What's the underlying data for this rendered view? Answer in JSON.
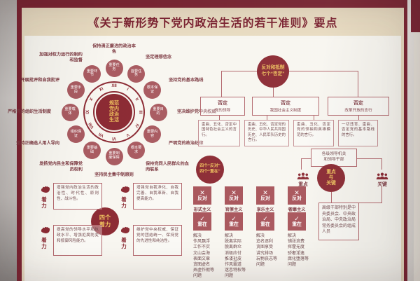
{
  "title": "《关于新形势下党内政治生活的若干准则》要点",
  "palette": {
    "frame": "#7d2433",
    "circle_fill": "#8c2b34",
    "soft_red": "#a95b61",
    "gold_text": "#eec15e",
    "band_beige": "#e9dcc2",
    "panel_ivory": "#f8f6f0"
  },
  "ring": {
    "center_lines": [
      "规范",
      "党内",
      "政治",
      "生活"
    ],
    "roman_numerals": [
      "XII",
      "I",
      "II",
      "III",
      "IV",
      "V",
      "VI",
      "VII",
      "VIII",
      "IX",
      "X",
      "XI"
    ],
    "items": [
      {
        "label": "保持清正廉洁的政治本色",
        "tag": "重要任务"
      },
      {
        "label": "坚定理想信念",
        "tag": "首要任务"
      },
      {
        "label": "坚持党的基本路线",
        "tag": "根本保证"
      },
      {
        "label": "坚决维护党中央权威",
        "tag": "重要目的"
      },
      {
        "label": "严明党的政治纪律",
        "tag": "重要内容"
      },
      {
        "label": "保持党同人民群众的血肉联系",
        "tag": "根本要求"
      },
      {
        "label": "坚持民主集中制原则",
        "tag": "重要制度保障"
      },
      {
        "label": "发扬党内民主和保障党员权利",
        "tag": "重要基础"
      },
      {
        "label": "坚持正确选人用人导向",
        "tag": "组织保证"
      },
      {
        "label": "严格党的组织生活制度",
        "tag": "重要载体"
      },
      {
        "label": "开展批评和自我批评",
        "tag": "重要手段"
      },
      {
        "label": "加强对权力运行的制约和监督",
        "tag": "重要环节"
      }
    ]
  },
  "negations": {
    "header_lines": [
      "反对和抵制",
      "七个“否定”"
    ],
    "boxes": [
      {
        "title": "否定",
        "sub": "党的领导"
      },
      {
        "title": "否定",
        "sub": "我国社会主义制度"
      },
      {
        "title": "否定",
        "sub": "改革开放的言行"
      }
    ],
    "details": [
      "歪曲、丑化、否定中国特色社会主义的言行。",
      "歪曲、丑化、否定党的历史、中华人民共和国历史、人民军队历史的言行。",
      "歪曲、丑化、否定党的领袖和英雄模范的言行。",
      "一切违背、歪曲、否定党的基本路线的言行。"
    ]
  },
  "efforts": {
    "header_lines": [
      "四个",
      "着力"
    ],
    "item_label": "着力",
    "icon": "fist-icon",
    "items": [
      "增强党内政治生活的政治性、时代性、原则性、战斗性。",
      "增强党自我净化、自我完善、自我革新、自我提高能力。",
      "提高党的领导水平和执政水平、增强拒腐防变和抵御风险能力。",
      "维护党中央权威、保证党的团结统一、保持党的先进性和纯洁性。"
    ]
  },
  "oppose": {
    "header_lines": [
      "四个“反对”",
      "四个“重在”"
    ],
    "oppose_label": "反对",
    "oppose_mark": "✕",
    "focus_label": "重在",
    "focus_mark": "✓",
    "columns": [
      {
        "ism": "形式主义",
        "items": [
          "解决",
          "作风飘浮",
          "工作不实",
          "文山会海",
          "表面文章",
          "贪图虚名",
          "弄虚作假等",
          "问题"
        ]
      },
      {
        "ism": "官僚主义",
        "items": [
          "解决",
          "脱离实际",
          "脱离群众",
          "消极应付",
          "推诿扯皮",
          "作风霸道",
          "迷恋特权等",
          "问题"
        ]
      },
      {
        "ism": "享乐主义",
        "items": [
          "解决",
          "追名逐利",
          "贪图享受",
          "讲究排场",
          "玩物丧志等",
          "问题"
        ]
      },
      {
        "ism": "奢靡主义",
        "items": [
          "解决",
          "铺张浪费",
          "挥霍无度",
          "骄奢淫逸",
          "腐化堕落等",
          "问题"
        ]
      }
    ]
  },
  "focus": {
    "header_lines": [
      "重点",
      "与",
      "关键"
    ],
    "point_label": "重点",
    "point_icon": "people-icon",
    "point_text_lines": [
      "各级领导机关",
      "和领导干部"
    ],
    "key_label": "关键",
    "key_icon": "people-icon",
    "key_text": "高级干部特别是中央委员会、中央政治局、中央政治局常务委员会的组成人员"
  }
}
